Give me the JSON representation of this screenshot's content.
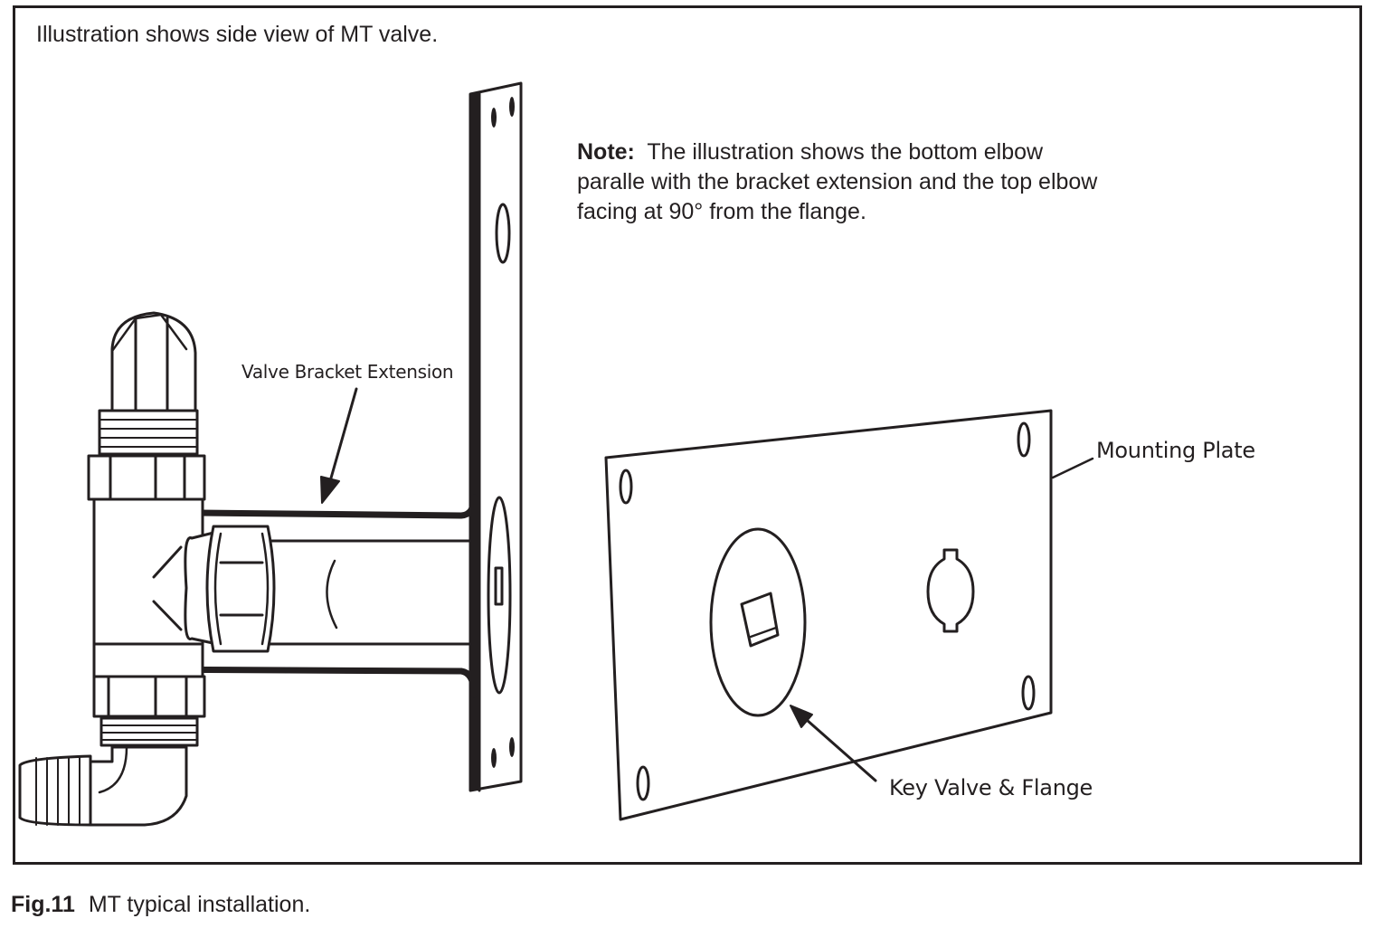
{
  "header": {
    "text": "Illustration shows side view of MT valve."
  },
  "note": {
    "label": "Note:",
    "text": "The illustration shows the bottom elbow paralle with the bracket extension and the top elbow facing at 90° from the flange."
  },
  "callouts": {
    "bracket": "Valve Bracket Extension",
    "plate": "Mounting Plate",
    "key": "Key Valve & Flange"
  },
  "caption": {
    "fig_number": "Fig.11",
    "text": "MT typical installation."
  },
  "colors": {
    "ink": "#231f20",
    "background": "#ffffff"
  }
}
